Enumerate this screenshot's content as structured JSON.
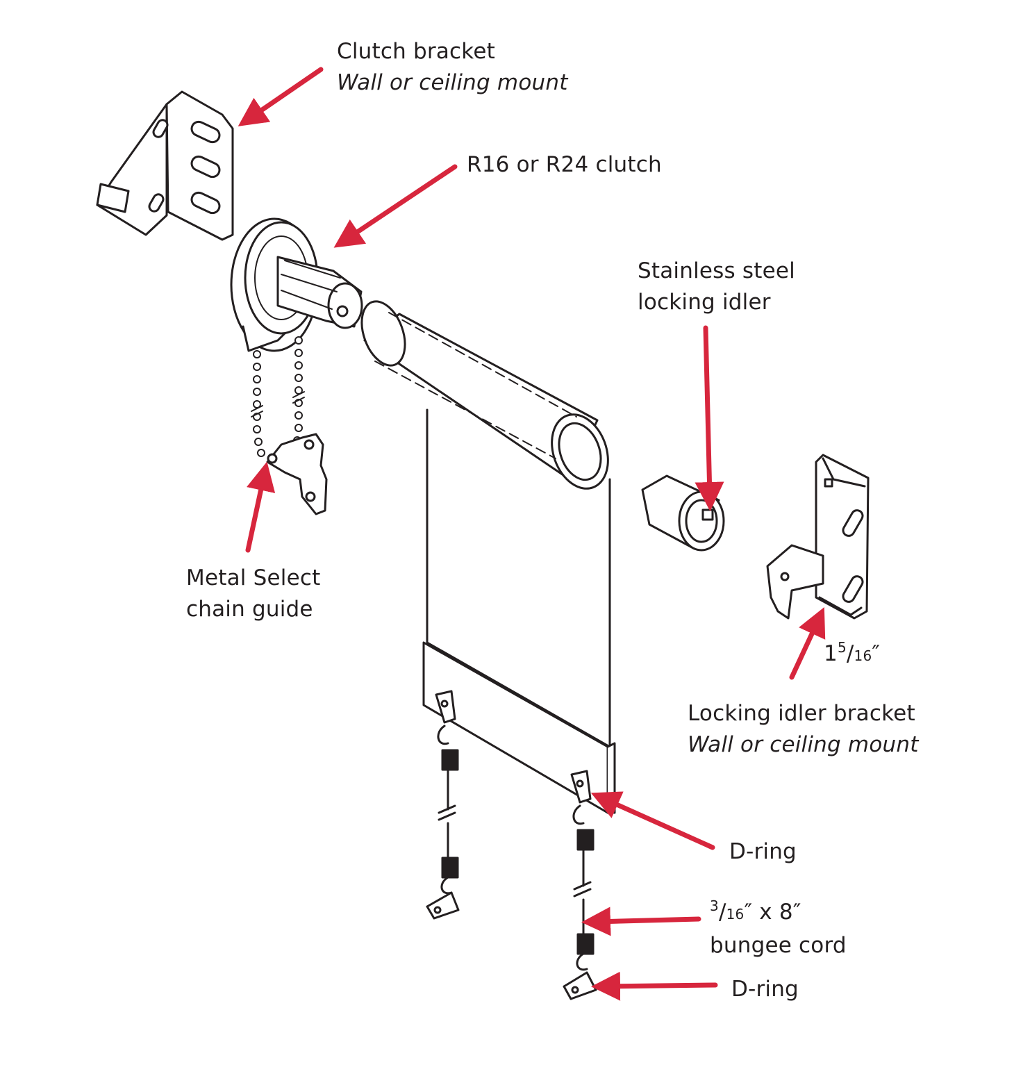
{
  "labels": {
    "clutch_bracket": {
      "line1": "Clutch bracket",
      "line2": "Wall or ceiling mount"
    },
    "clutch": {
      "line1": "R16 or R24 clutch"
    },
    "idler": {
      "line1": "Stainless steel",
      "line2": "locking idler"
    },
    "chain_guide": {
      "line1": "Metal Select",
      "line2": "chain guide"
    },
    "fraction": {
      "whole": "1",
      "num": "5",
      "slash": "/",
      "den": "16",
      "unit": "″"
    },
    "idler_bracket": {
      "line1": "Locking idler bracket",
      "line2": "Wall or ceiling mount"
    },
    "dring_top": {
      "line1": "D-ring"
    },
    "bungee": {
      "num": "3",
      "slash": "/",
      "den": "16",
      "rest": "″ x 8″",
      "line2": "bungee cord"
    },
    "dring_bottom": {
      "line1": "D-ring"
    }
  },
  "colors": {
    "arrow": "#d7263d",
    "ink": "#231f20"
  }
}
